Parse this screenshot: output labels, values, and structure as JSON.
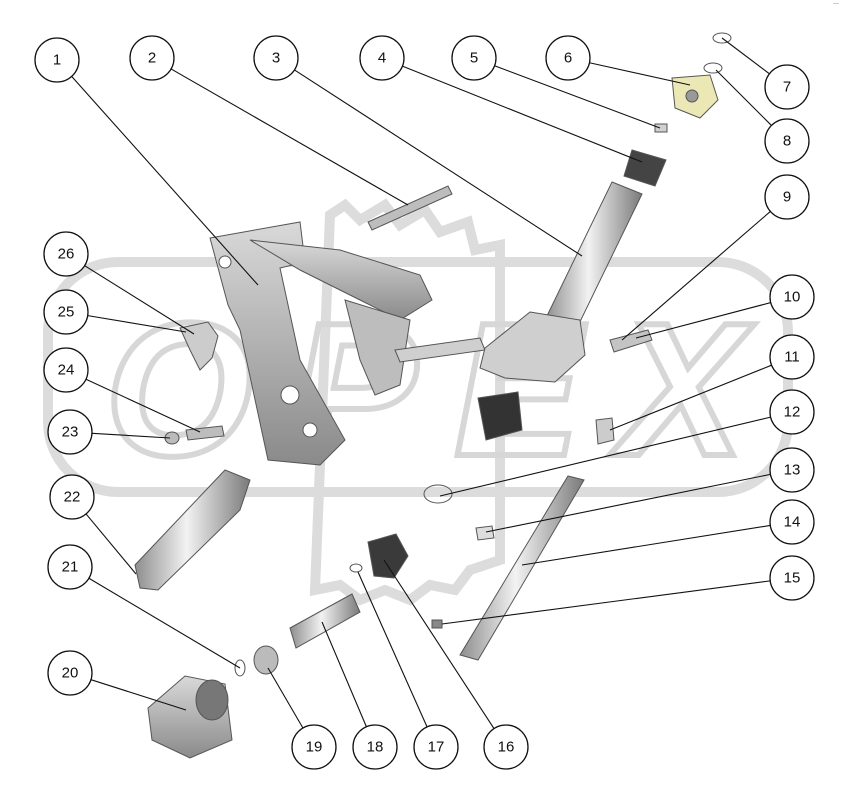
{
  "diagram": {
    "watermark_text": "ОРЕХ",
    "corner_mark": "—",
    "callouts": [
      {
        "label": "1"
      },
      {
        "label": "2"
      },
      {
        "label": "3"
      },
      {
        "label": "4"
      },
      {
        "label": "5"
      },
      {
        "label": "6"
      },
      {
        "label": "7"
      },
      {
        "label": "8"
      },
      {
        "label": "9"
      },
      {
        "label": "10"
      },
      {
        "label": "11"
      },
      {
        "label": "12"
      },
      {
        "label": "13"
      },
      {
        "label": "14"
      },
      {
        "label": "15"
      },
      {
        "label": "16"
      },
      {
        "label": "17"
      },
      {
        "label": "18"
      },
      {
        "label": "19"
      },
      {
        "label": "20"
      },
      {
        "label": "21"
      },
      {
        "label": "22"
      },
      {
        "label": "23"
      },
      {
        "label": "24"
      },
      {
        "label": "25"
      },
      {
        "label": "26"
      }
    ]
  }
}
